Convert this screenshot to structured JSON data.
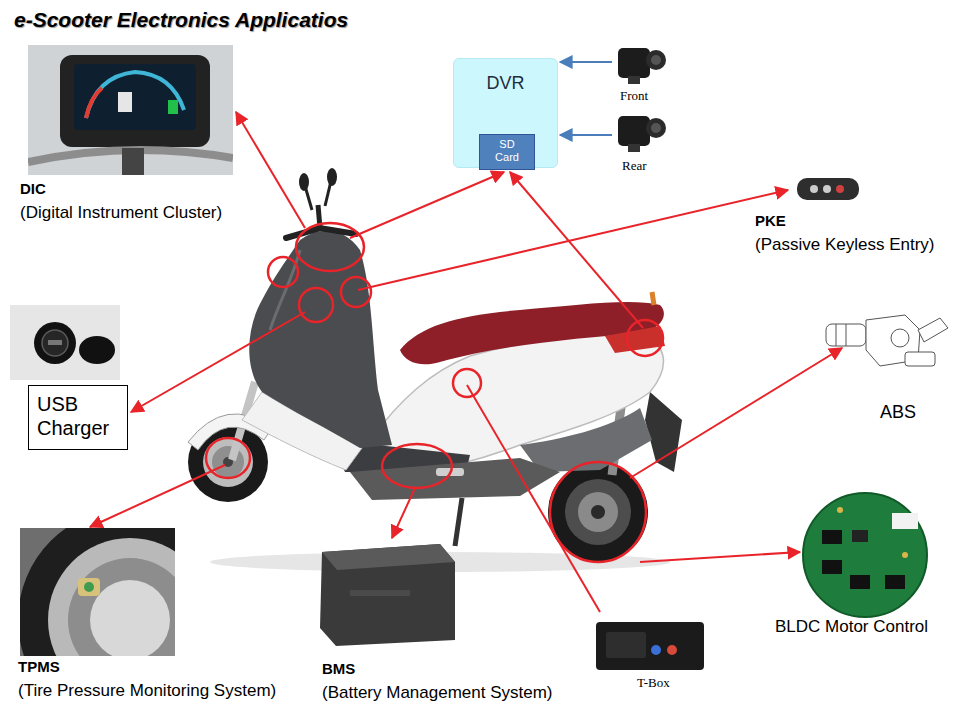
{
  "diagram": {
    "title": "e-Scooter Electronics Applicatios",
    "nodes": [
      {
        "text": [
          "DVR"
        ]
      },
      {
        "text": [
          "SD Card"
        ],
        "in": 0
      },
      {
        "text": [
          "USB Charger"
        ]
      }
    ],
    "labels": [
      "DIC",
      "(Digital Instrument Cluster)",
      "Front",
      "Rear",
      "PKE",
      "(Passive Keyless Entry)",
      "ABS",
      "BLDC Motor Control",
      "T-Box",
      "TPMS",
      "(Tire Pressure Monitoring System)",
      "BMS",
      "(Battery Management System)"
    ]
  }
}
